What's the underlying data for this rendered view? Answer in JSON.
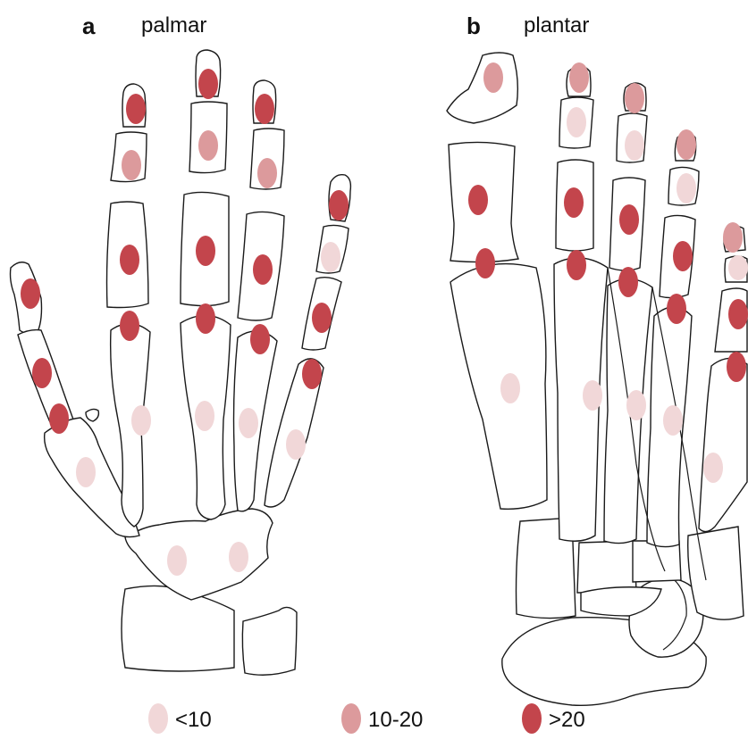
{
  "panels": {
    "a": {
      "letter": "a",
      "title": "palmar"
    },
    "b": {
      "letter": "b",
      "title": "plantar"
    }
  },
  "legend": {
    "items": [
      {
        "label": "<10",
        "color": "#f1d7d8"
      },
      {
        "label": "10-20",
        "color": "#dc9a9c"
      },
      {
        "label": ">20",
        "color": "#c3454c"
      }
    ]
  },
  "colors": {
    "low": "#f1d7d8",
    "mid": "#dc9a9c",
    "high": "#c3454c",
    "outline": "#1a1a1a"
  }
}
